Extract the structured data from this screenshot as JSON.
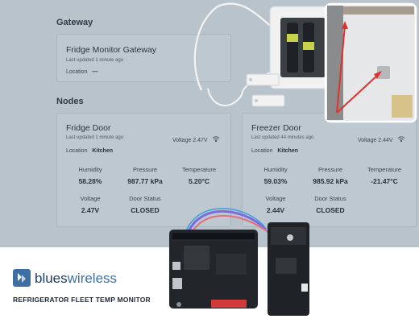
{
  "gateway": {
    "section_title": "Gateway",
    "card_title": "Fridge Monitor Gateway",
    "last_updated": "Last updated 1 minute ago",
    "location_label": "Location",
    "location_value": "—"
  },
  "nodes": {
    "section_title": "Nodes",
    "items": [
      {
        "title": "Fridge Door",
        "last_updated": "Last updated 1 minute ago",
        "voltage_header": "Voltage 2.47V",
        "location_label": "Location",
        "location_value": "Kitchen",
        "metrics": [
          {
            "label": "Humidity",
            "value": "58.28%"
          },
          {
            "label": "Pressure",
            "value": "987.77 kPa"
          },
          {
            "label": "Temperature",
            "value": "5.20°C"
          },
          {
            "label": "Voltage",
            "value": "2.47V"
          },
          {
            "label": "Door Status",
            "value": "CLOSED"
          }
        ]
      },
      {
        "title": "Freezer Door",
        "last_updated": "Last updated 44 minutes ago",
        "voltage_header": "Voltage 2.44V",
        "location_label": "Location",
        "location_value": "Kitchen",
        "metrics": [
          {
            "label": "Humidity",
            "value": "59.03%"
          },
          {
            "label": "Pressure",
            "value": "985.92 kPa"
          },
          {
            "label": "Temperature",
            "value": "-21.47°C"
          },
          {
            "label": "Voltage",
            "value": "2.44V"
          },
          {
            "label": "Door Status",
            "value": "CLOSED"
          }
        ]
      }
    ]
  },
  "brand": {
    "name_bold": "blues",
    "name_light": "wireless",
    "tagline": "REFRIGERATOR FLEET TEMP MONITOR"
  },
  "colors": {
    "dashboard_bg": "#b9c3cc",
    "brand_blue": "#1c3a5c",
    "arrow_red": "#e0322a"
  }
}
